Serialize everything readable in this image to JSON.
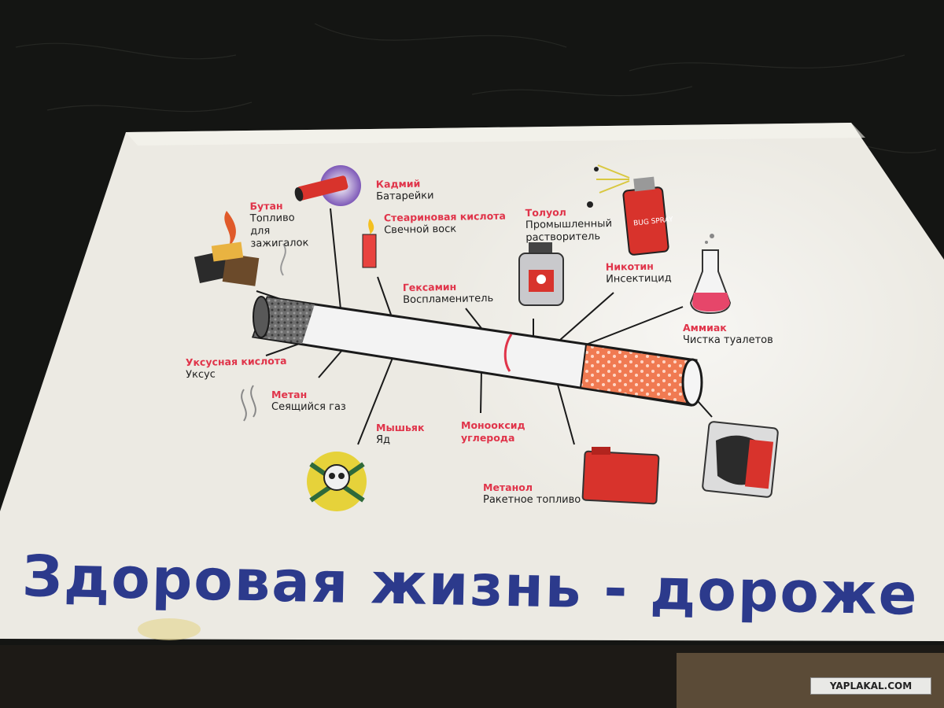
{
  "image": {
    "description_colors": {
      "background": "#141513",
      "card": "#eceae3",
      "label_red": "#e0344a",
      "slogan_blue": "#2c3a8c"
    }
  },
  "card": {
    "labels": [
      {
        "key": "butane",
        "name": "Бутан",
        "desc": "Топливо",
        "desc2": "для",
        "desc3": "зажигалок"
      },
      {
        "key": "cadmium",
        "name": "Кадмий",
        "desc": "Батарейки"
      },
      {
        "key": "stearic",
        "name": "Стеариновая кислота",
        "desc": "Свечной воск"
      },
      {
        "key": "toluene",
        "name": "Толуол",
        "desc": "Промышленный",
        "desc2": "растворитель"
      },
      {
        "key": "nicotine",
        "name": "Никотин",
        "desc": "Инсектицид"
      },
      {
        "key": "hexamine",
        "name": "Гексамин",
        "desc": "Воспламенитель"
      },
      {
        "key": "ammonia",
        "name": "Аммиак",
        "desc": "Чистка туалетов"
      },
      {
        "key": "acetic",
        "name": "Уксусная кислота",
        "desc": "Уксус"
      },
      {
        "key": "methane",
        "name": "Метан",
        "desc": "Сеящийся газ"
      },
      {
        "key": "arsenic",
        "name": "Мышьяк",
        "desc": "Яд"
      },
      {
        "key": "co",
        "name": "Монооксид",
        "name2": "углерода"
      },
      {
        "key": "methanol",
        "name": "Метанол",
        "desc": "Ракетное топливо"
      }
    ],
    "spray_can_text": "BUG SPRAY",
    "slogan": "Здоровая жизнь - дороже"
  },
  "watermark": "YAPLAKAL.COM"
}
